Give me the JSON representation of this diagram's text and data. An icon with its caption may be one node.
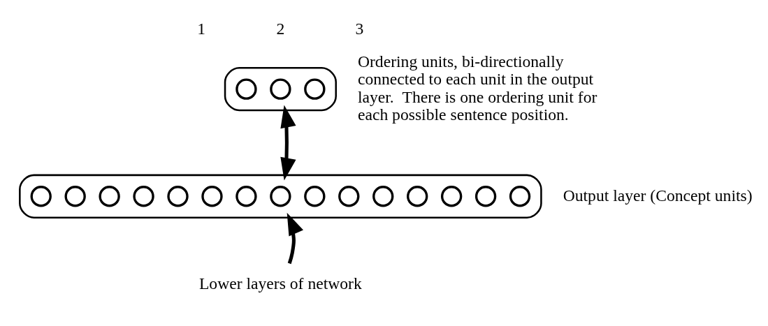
{
  "diagram": {
    "nodes": [
      {
        "text": [],
        "shape": "box",
        "beside": [
          "Ordering units, bi-directionally connected to each unit in the output layer.  There is one ordering unit for each possible sentence position."
        ]
      },
      {
        "text": [],
        "shape": "circle",
        "in": 0,
        "beside": [
          "1"
        ]
      },
      {
        "text": [],
        "shape": "circle",
        "in": 0,
        "beside": [
          "2"
        ]
      },
      {
        "text": [],
        "shape": "circle",
        "in": 0,
        "beside": [
          "3"
        ]
      },
      {
        "text": [],
        "shape": "box",
        "beside": [
          "Output layer (Concept units)"
        ]
      },
      {
        "text": [],
        "shape": "circle",
        "in": 4
      },
      {
        "text": [],
        "shape": "circle",
        "in": 4
      },
      {
        "text": [],
        "shape": "circle",
        "in": 4
      },
      {
        "text": [],
        "shape": "circle",
        "in": 4
      },
      {
        "text": [],
        "shape": "circle",
        "in": 4
      },
      {
        "text": [],
        "shape": "circle",
        "in": 4
      },
      {
        "text": [],
        "shape": "circle",
        "in": 4
      },
      {
        "text": [],
        "shape": "circle",
        "in": 4
      },
      {
        "text": [],
        "shape": "circle",
        "in": 4
      },
      {
        "text": [],
        "shape": "circle",
        "in": 4
      },
      {
        "text": [],
        "shape": "circle",
        "in": 4
      },
      {
        "text": [],
        "shape": "circle",
        "in": 4
      },
      {
        "text": [],
        "shape": "circle",
        "in": 4
      },
      {
        "text": [],
        "shape": "circle",
        "in": 4
      },
      {
        "text": [],
        "shape": "circle",
        "in": 4
      },
      {
        "text": [
          "Lower layers of network"
        ]
      }
    ],
    "edges": [
      {
        "from": 0,
        "to": 4,
        "arrow": "both"
      },
      {
        "from": 20,
        "to": 4,
        "arrow": "to"
      }
    ]
  }
}
